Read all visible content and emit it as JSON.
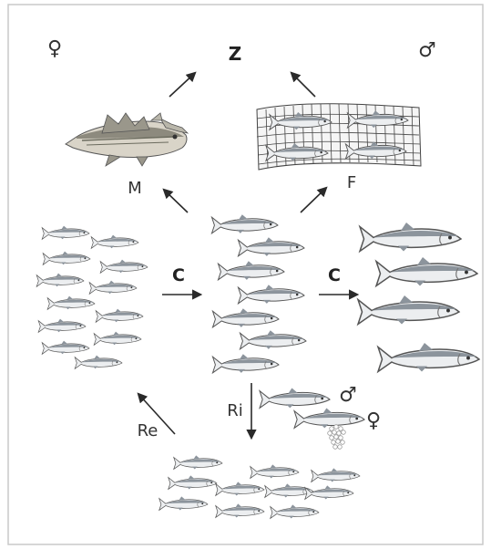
{
  "labels": {
    "z": "Z",
    "m": "M",
    "f": "F",
    "c_left": "C",
    "c_right": "C",
    "ri": "Ri",
    "re": "Re"
  },
  "symbols": {
    "female_top": "♀",
    "male_top": "♂",
    "male_spawner": "♂",
    "female_spawner": "♀"
  },
  "colors": {
    "frame": "#c8c8c8",
    "ink": "#333333",
    "fish_body": "#eceef0",
    "fish_back": "#8c949c",
    "fish_outline": "#555555",
    "net": "#444444",
    "eggs": "#9a9a9a"
  },
  "icons": {
    "predator_fish": "predator-fish-icon",
    "fishing_net": "fishing-net-icon",
    "fish": "fish-icon",
    "eggs": "egg-cluster-icon",
    "arrow": "arrow-icon"
  }
}
